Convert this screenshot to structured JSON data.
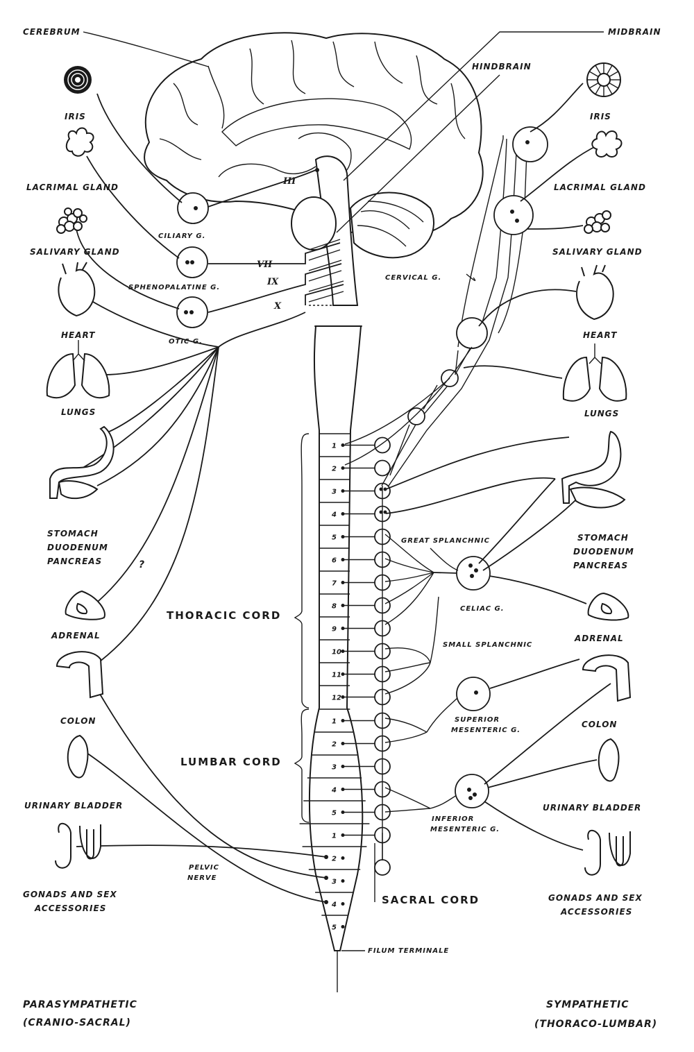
{
  "labels": {
    "cerebrum": "CEREBRUM",
    "midbrain": "MIDBRAIN",
    "hindbrain": "HINDBRAIN",
    "cervical_g": "CERVICAL G.",
    "ciliary_g": "CILIARY G.",
    "sphenopalatine_g": "SPHENOPALATINE G.",
    "otic_g": "OTIC G.",
    "great_splanchnic": "GREAT SPLANCHNIC",
    "celiac_g": "CELIAC G.",
    "small_splanchnic": "SMALL SPLANCHNIC",
    "superior_mesenteric_1": "SUPERIOR",
    "superior_mesenteric_2": "MESENTERIC G.",
    "inferior_mesenteric_1": "INFERIOR",
    "inferior_mesenteric_2": "MESENTERIC G.",
    "pelvic_nerve_1": "PELVIC",
    "pelvic_nerve_2": "NERVE",
    "thoracic_cord": "THORACIC CORD",
    "lumbar_cord": "LUMBAR CORD",
    "sacral_cord": "SACRAL CORD",
    "filum_terminale": "FILUM TERMINALE",
    "question": "?"
  },
  "cranial_nerves": [
    "III",
    "VII",
    "IX",
    "X"
  ],
  "left_organs": {
    "iris": "IRIS",
    "lacrimal": "LACRIMAL  GLAND",
    "salivary": "SALIVARY  GLAND",
    "heart": "HEART",
    "lungs": "LUNGS",
    "stomach_1": "STOMACH",
    "stomach_2": "DUODENUM",
    "stomach_3": "PANCREAS",
    "adrenal": "ADRENAL",
    "colon": "COLON",
    "bladder": "URINARY  BLADDER",
    "gonads_1": "GONADS AND SEX",
    "gonads_2": "ACCESSORIES"
  },
  "right_organs": {
    "iris": "IRIS",
    "lacrimal": "LACRIMAL GLAND",
    "salivary": "SALIVARY GLAND",
    "heart": "HEART",
    "lungs": "LUNGS",
    "stomach_1": "STOMACH",
    "stomach_2": "DUODENUM",
    "stomach_3": "PANCREAS",
    "adrenal": "ADRENAL",
    "colon": "COLON",
    "bladder": "URINARY BLADDER",
    "gonads_1": "GONADS AND SEX",
    "gonads_2": "ACCESSORIES"
  },
  "spinal_segments": {
    "thoracic": [
      "1",
      "2",
      "3",
      "4",
      "5",
      "6",
      "7",
      "8",
      "9",
      "10",
      "11",
      "12"
    ],
    "lumbar": [
      "1",
      "2",
      "3",
      "4",
      "5"
    ],
    "sacral": [
      "1",
      "2",
      "3",
      "4",
      "5"
    ]
  },
  "footer": {
    "left_1": "PARASYMPATHETIC",
    "left_2": "(CRANIO-SACRAL)",
    "right_1": "SYMPATHETIC",
    "right_2": "(THORACO-LUMBAR)"
  }
}
